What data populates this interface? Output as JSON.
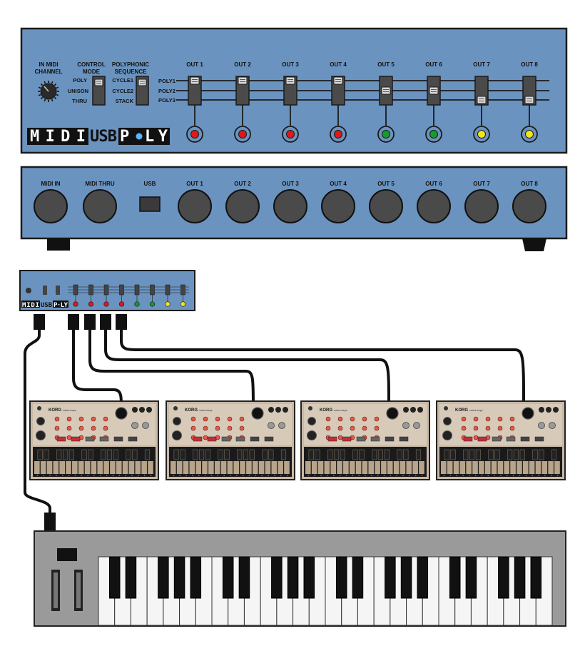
{
  "front_panel": {
    "in_midi_channel_label": [
      "IN MIDI",
      "CHANNEL"
    ],
    "control_mode_label": [
      "CONTROL",
      "MODE"
    ],
    "control_modes": [
      "POLY",
      "UNISON",
      "THRU"
    ],
    "poly_seq_label": [
      "POLYPHONIC",
      "SEQUENCE"
    ],
    "poly_seq_modes": [
      "CYCLE1",
      "CYCLE2",
      "STACK"
    ],
    "poly_rows": [
      "POLY1",
      "POLY2",
      "POLY3"
    ],
    "outputs": [
      {
        "label": "OUT 1",
        "switch": 0,
        "led": "#e01818"
      },
      {
        "label": "OUT 2",
        "switch": 0,
        "led": "#e01818"
      },
      {
        "label": "OUT 3",
        "switch": 0,
        "led": "#e01818"
      },
      {
        "label": "OUT 4",
        "switch": 0,
        "led": "#e01818"
      },
      {
        "label": "OUT 5",
        "switch": 1,
        "led": "#1a9a2a"
      },
      {
        "label": "OUT 6",
        "switch": 1,
        "led": "#1a9a2a"
      },
      {
        "label": "OUT 7",
        "switch": 2,
        "led": "#f2e51a"
      },
      {
        "label": "OUT 8",
        "switch": 2,
        "led": "#f2e51a"
      }
    ],
    "logo": {
      "part1": "MIDI",
      "part2": "USB",
      "part3a": "P",
      "part3b": "LY"
    }
  },
  "back_panel": {
    "labels": [
      "MIDI IN",
      "MIDI THRU",
      "USB",
      "OUT 1",
      "OUT 2",
      "OUT 3",
      "OUT 4",
      "OUT 5",
      "OUT 6",
      "OUT 7",
      "OUT 8"
    ]
  },
  "synth": {
    "brand": "KORG",
    "model": "volca keys",
    "count": 4
  },
  "colors": {
    "panel": "#6b93bf",
    "panel_dark": "#1b1b1b",
    "synth_body": "#c8b8a6",
    "keyboard_body": "#9a9a9a",
    "cable": "#111111"
  }
}
